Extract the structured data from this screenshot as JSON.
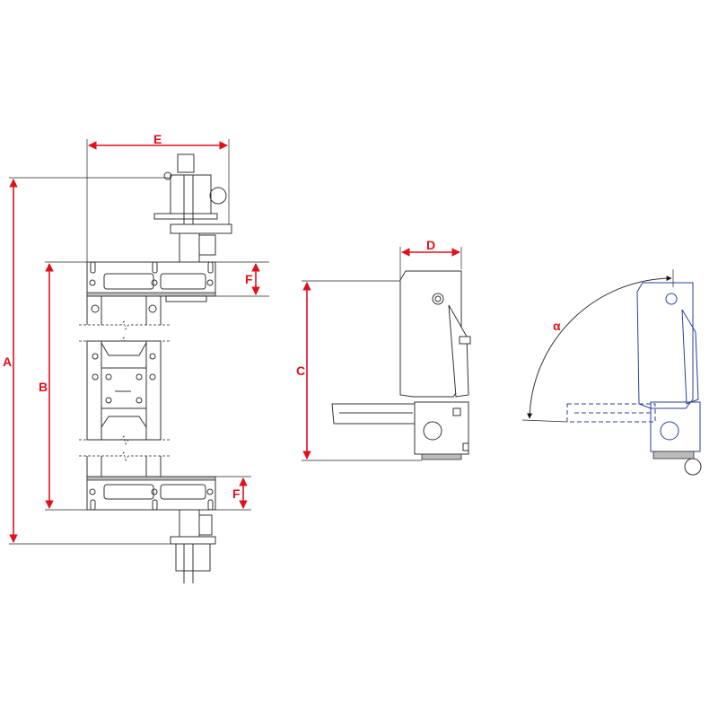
{
  "dimensions": {
    "width_top_unit": "E",
    "total_height": "A",
    "plate_spacing": "B",
    "plate_height_top": "F",
    "plate_height_bottom": "F",
    "depth_side": "D",
    "height_side": "C",
    "tilt_angle": "α"
  },
  "colors": {
    "dimension": "#e0101e",
    "tilted_view": "#2a3f9a",
    "line": "#333333"
  }
}
